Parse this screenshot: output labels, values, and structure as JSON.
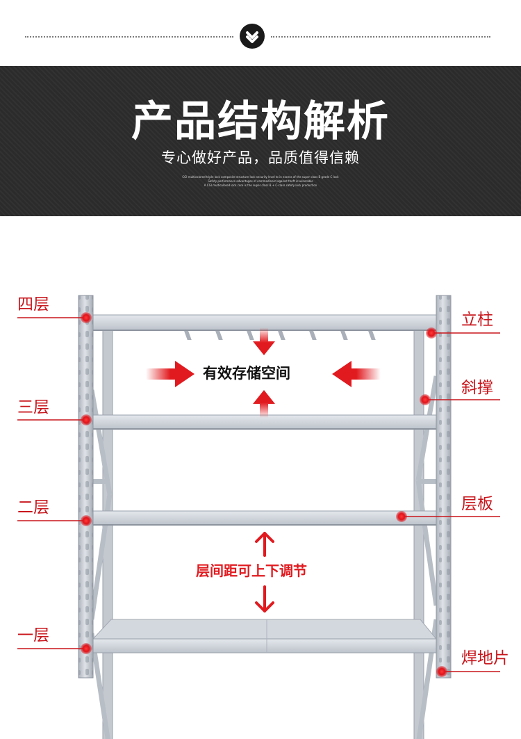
{
  "banner": {
    "title": "产品结构解析",
    "subtitle": "专心做好产品，品质值得信赖",
    "fine_print": [
      "CGI multicolored triple lock composite structure lock security level to in excess of the super class B grade C lock",
      "Safety performance advantages of commodinard against theft invulnerable",
      "A CGI multicolored lock core is the super class B + C-class safety lock production"
    ]
  },
  "labels": {
    "left": [
      "四层",
      "三层",
      "二层",
      "一层"
    ],
    "right": [
      "立柱",
      "斜撑",
      "层板",
      "焊地片"
    ]
  },
  "callouts": {
    "storage_space": "有效存储空间",
    "adjustable_spacing": "层间距可上下调节"
  },
  "colors": {
    "banner_bg": "#2b2b2b",
    "accent_red": "#e11a1f",
    "label_red": "#c8151b",
    "rack_gray": "#c9ced6",
    "rack_edge": "#9aa1ab"
  },
  "icons": {
    "separator": "chevron-down-icon",
    "markers": "red-dot-marker"
  }
}
